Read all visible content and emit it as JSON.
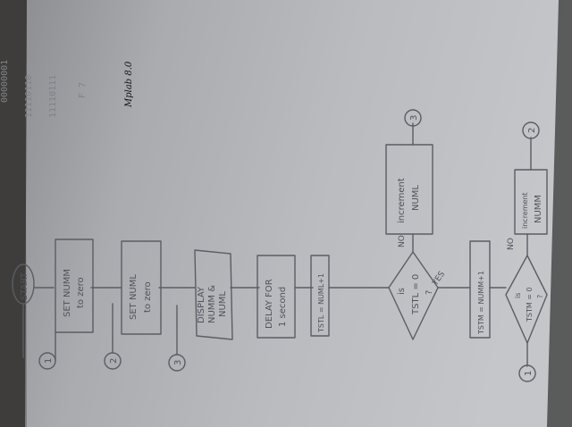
{
  "start_label": "START",
  "connectors": {
    "one": "1",
    "two": "2",
    "three": "3"
  },
  "boxes": {
    "set_numm": [
      "SET NUMM",
      "to zero"
    ],
    "set_numl": [
      "SET NUML",
      "to zero"
    ],
    "display": [
      "DISPLAY",
      "NUMM &",
      "NUML"
    ],
    "delay": [
      "DELAY FOR",
      "1 second"
    ],
    "tstl_assign": "TSTL = NUML+1",
    "tstm_assign": "TSTM = NUMM+1",
    "increment_numl": [
      "increment",
      "NUML"
    ],
    "increment_numm": [
      "increment",
      "NUMM"
    ]
  },
  "decisions": {
    "tstl": [
      "is",
      "TSTL = 0",
      "?"
    ],
    "tstm": [
      "is",
      "TSTM = 0",
      "?"
    ]
  },
  "branch_labels": {
    "no_top": "NO",
    "yes_top": "YES",
    "no_bottom": "NO"
  },
  "notes": {
    "binary_1": "00000001",
    "binary_2": "11110110",
    "binary_3": "11110111",
    "hex_f7": "F 7",
    "tools": "Mplab 8.0"
  }
}
